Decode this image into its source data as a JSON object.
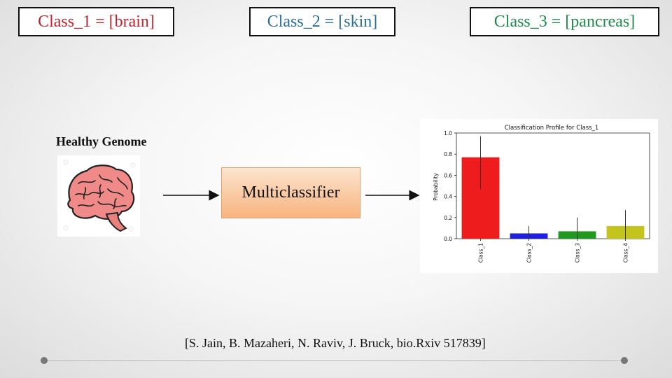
{
  "classes": [
    {
      "label": "Class_1 = [brain]",
      "color": "#c0242c"
    },
    {
      "label": "Class_2 = [skin]",
      "color": "#2a6f9a"
    },
    {
      "label": "Class_3 = [pancreas]",
      "color": "#1f8a4a"
    }
  ],
  "input_label": "Healthy Genome",
  "model_label": "Multiclassifier",
  "citation": "[S. Jain, B. Mazaheri, N. Raviv, J. Bruck, bio.Rxiv 517839]",
  "chart_data": {
    "type": "bar",
    "title": "Classification Profile for Class_1",
    "ylabel": "Probability",
    "xlabel": "",
    "categories": [
      "Class_1",
      "Class_2",
      "Class_3",
      "Class_4"
    ],
    "values": [
      0.77,
      0.05,
      0.07,
      0.12
    ],
    "error_high": [
      0.97,
      0.12,
      0.2,
      0.27
    ],
    "error_low": [
      0.47,
      0.0,
      0.0,
      0.0
    ],
    "colors": [
      "#ee1c1c",
      "#1f1fe0",
      "#1f9a1f",
      "#c4c41e"
    ],
    "ylim": [
      0,
      1.0
    ],
    "yticks": [
      0.0,
      0.2,
      0.4,
      0.6,
      0.8,
      1.0
    ]
  }
}
